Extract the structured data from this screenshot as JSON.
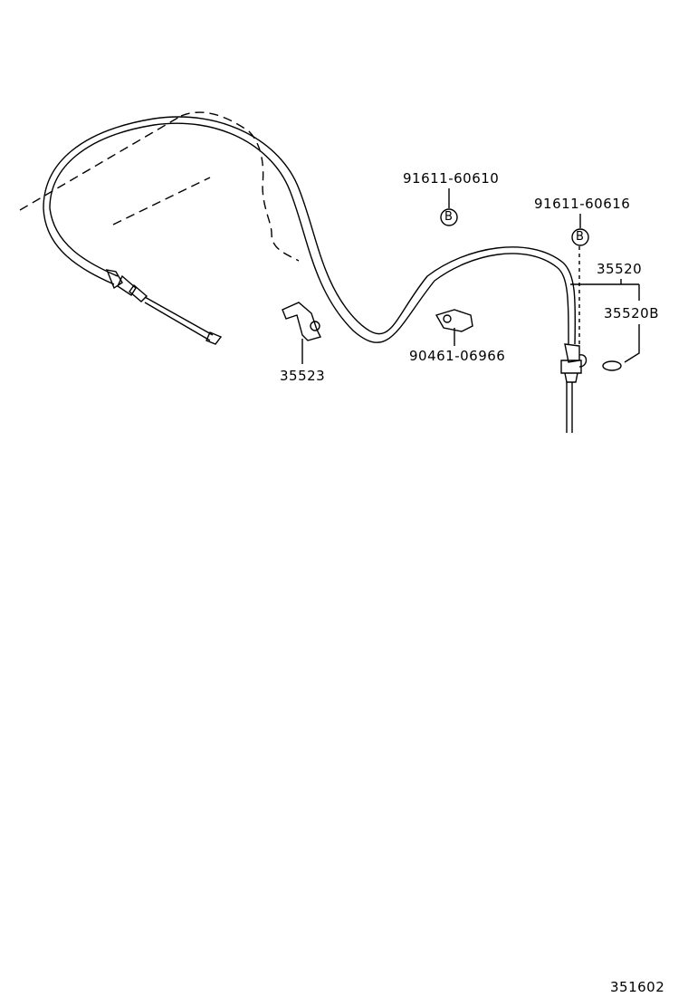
{
  "diagram": {
    "figure_number": "351602",
    "callouts": {
      "bolt_b_left": "91611-60610",
      "bolt_b_right": "91611-60616",
      "cable_assy": "35520",
      "cable_sub": "35520B",
      "clamp_left": "35523",
      "clamp_right": "90461-06966"
    },
    "bolt_marker_letter": "B"
  }
}
